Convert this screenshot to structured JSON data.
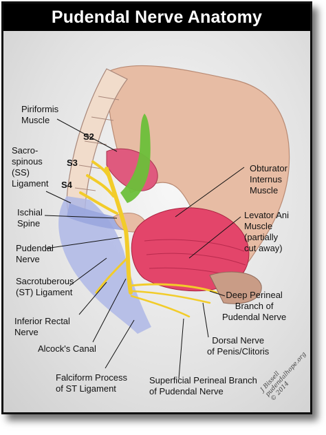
{
  "title": "Pudendal Nerve Anatomy",
  "labels": {
    "piriformis": [
      "Piriformis",
      "Muscle"
    ],
    "sacrospinous": [
      "Sacro-",
      "spinous",
      "(SS)",
      "Ligament"
    ],
    "ischial_spine": [
      "Ischial",
      "Spine"
    ],
    "pudendal_nerve": [
      "Pudendal",
      "Nerve"
    ],
    "sacrotuberous": [
      "Sacrotuberous",
      "(ST) Ligament"
    ],
    "inferior_rectal": [
      "Inferior Rectal",
      "Nerve"
    ],
    "alcocks_canal": [
      "Alcock's Canal"
    ],
    "falciform": [
      "Falciform Process",
      "of ST Ligament"
    ],
    "superficial_perineal": [
      "Superficial Perineal Branch",
      "of Pudendal Nerve"
    ],
    "obturator": [
      "Obturator",
      "Internus",
      "Muscle"
    ],
    "levator_ani": [
      "Levator Ani",
      "Muscle",
      "(partially",
      "cut away)"
    ],
    "deep_perineal": [
      "Deep Perineal",
      "Branch of",
      "Pudendal Nerve"
    ],
    "dorsal_nerve": [
      "Dorsal Nerve",
      "of Penis/Clitoris"
    ]
  },
  "vertebrae": {
    "s2": "S2",
    "s3": "S3",
    "s4": "S4"
  },
  "signature": [
    "J Bissell",
    "pudendalhope.org",
    "© 2014"
  ],
  "colors": {
    "nerve": "#f2cc2a",
    "levator": "#e3456a",
    "piriformis": "#df5a7e",
    "obturator_green": "#6cbf3a",
    "bone": "#e7bca4",
    "ligament": "#aeb7e6"
  }
}
